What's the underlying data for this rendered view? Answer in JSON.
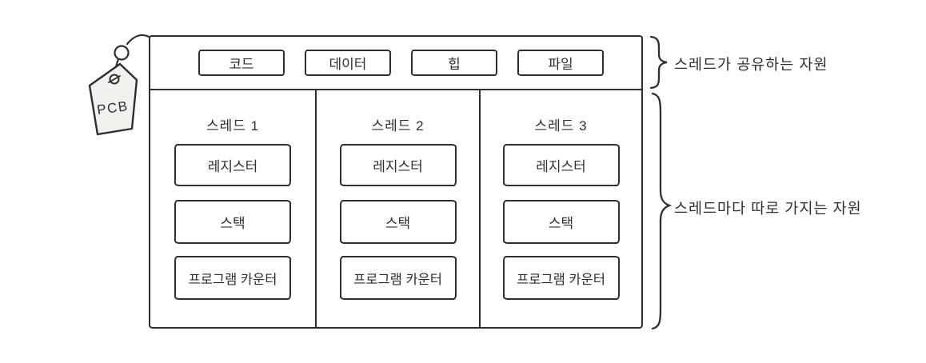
{
  "diagram": {
    "tag_label": "PCB",
    "shared_section": {
      "annotation": "스레드가 공유하는 자원",
      "boxes": [
        {
          "label": "코드"
        },
        {
          "label": "데이터"
        },
        {
          "label": "힙"
        },
        {
          "label": "파일"
        }
      ]
    },
    "threads_section": {
      "annotation": "스레드마다 따로 가지는 자원",
      "threads": [
        {
          "title": "스레드 1",
          "boxes": [
            {
              "label": "레지스터"
            },
            {
              "label": "스택"
            },
            {
              "label": "프로그램 카운터"
            }
          ]
        },
        {
          "title": "스레드 2",
          "boxes": [
            {
              "label": "레지스터"
            },
            {
              "label": "스택"
            },
            {
              "label": "프로그램 카운터"
            }
          ]
        },
        {
          "title": "스레드 3",
          "boxes": [
            {
              "label": "레지스터"
            },
            {
              "label": "스택"
            },
            {
              "label": "프로그램 카운터"
            }
          ]
        }
      ]
    },
    "colors": {
      "ink": "#2e2e2e",
      "tag_fill": "#f1f2ee",
      "background": "#ffffff"
    }
  }
}
